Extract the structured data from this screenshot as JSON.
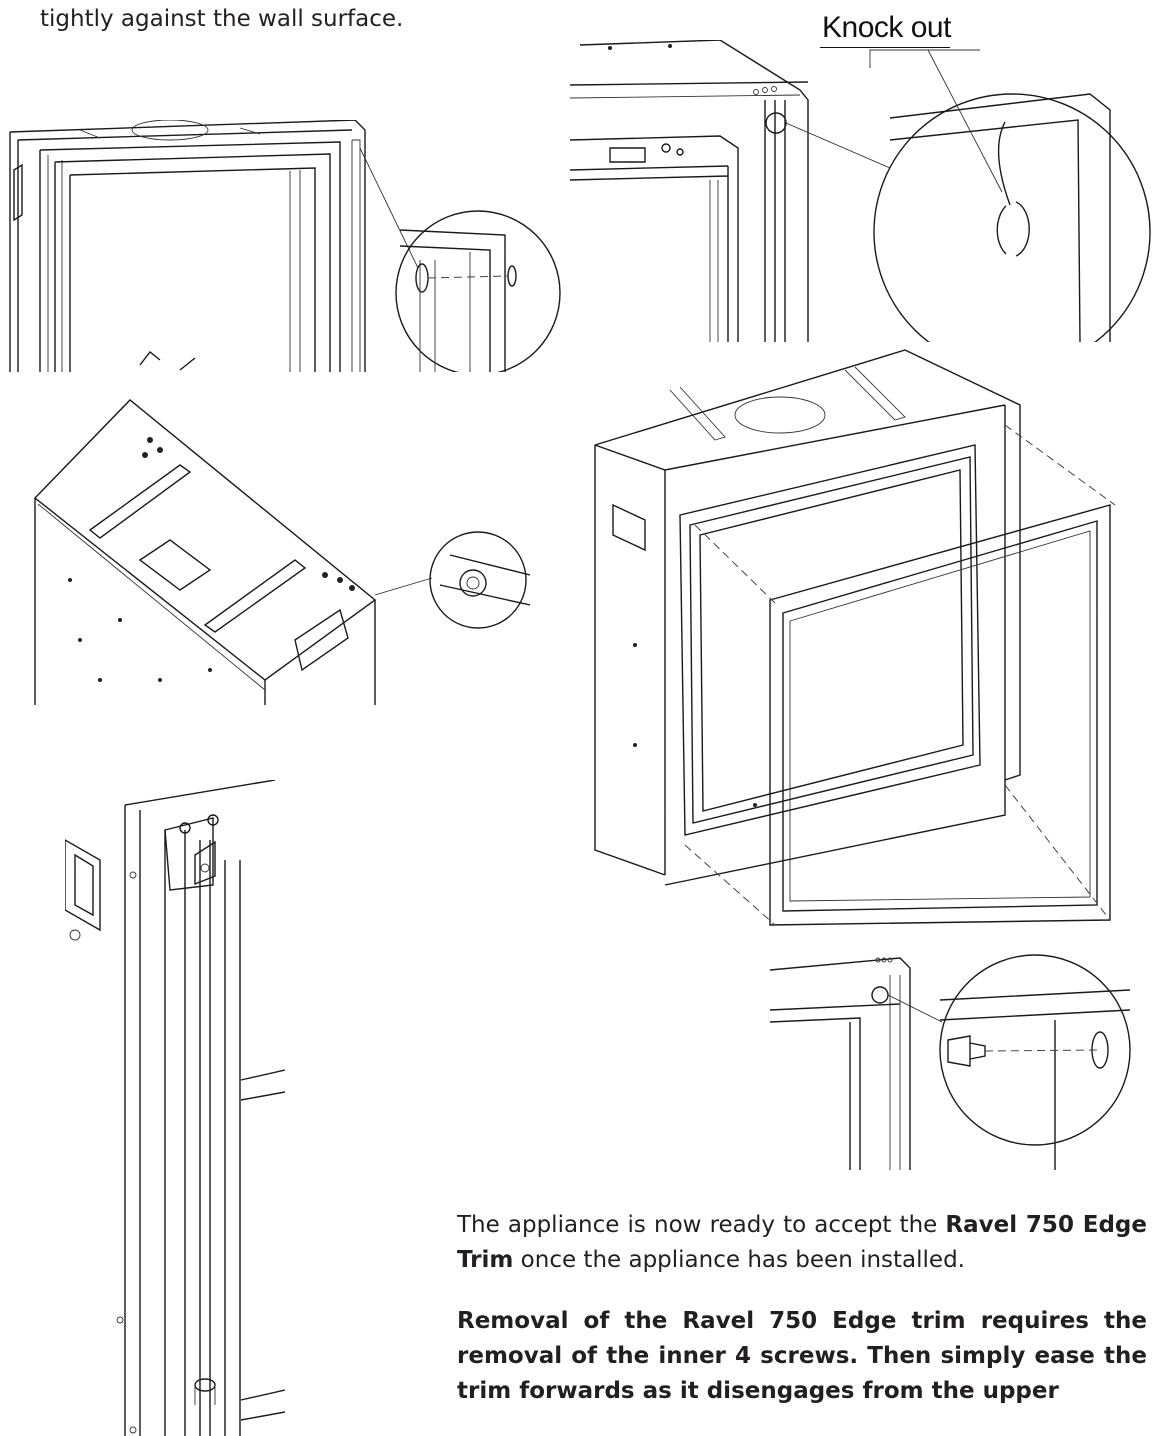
{
  "top_text": "tightly against the wall surface.",
  "callout_label": "Knock out",
  "paragraph1": {
    "pre": "The appliance is now ready to accept the ",
    "bold": "Ravel 750 Edge Trim",
    "post": " once the appliance has been installed."
  },
  "paragraph2": "Removal of the Ravel 750 Edge trim requires the removal of the inner 4 screws.  Then simply ease the trim forwards as it disengages from the upper"
}
